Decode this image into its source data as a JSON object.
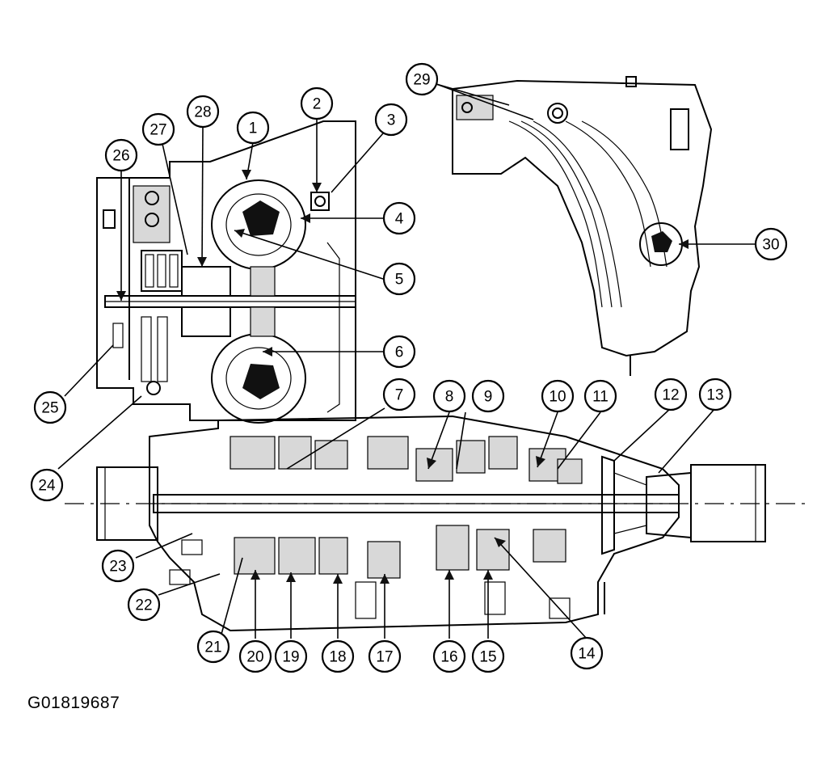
{
  "figure_id": "G01819687",
  "callouts": [
    {
      "label": "1"
    },
    {
      "label": "2"
    },
    {
      "label": "3"
    },
    {
      "label": "4"
    },
    {
      "label": "5"
    },
    {
      "label": "6"
    },
    {
      "label": "7"
    },
    {
      "label": "8"
    },
    {
      "label": "9"
    },
    {
      "label": "10"
    },
    {
      "label": "11"
    },
    {
      "label": "12"
    },
    {
      "label": "13"
    },
    {
      "label": "14"
    },
    {
      "label": "15"
    },
    {
      "label": "16"
    },
    {
      "label": "17"
    },
    {
      "label": "18"
    },
    {
      "label": "19"
    },
    {
      "label": "20"
    },
    {
      "label": "21"
    },
    {
      "label": "22"
    },
    {
      "label": "23"
    },
    {
      "label": "24"
    },
    {
      "label": "25"
    },
    {
      "label": "26"
    },
    {
      "label": "27"
    },
    {
      "label": "28"
    },
    {
      "label": "29"
    },
    {
      "label": "30"
    }
  ]
}
